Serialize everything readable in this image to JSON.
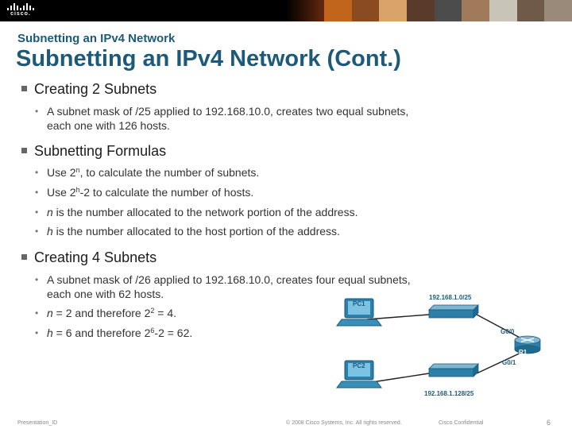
{
  "header": {
    "logo_text": "cisco.",
    "colors": {
      "banner": "#000000",
      "title": "#1d5a7a"
    }
  },
  "slide": {
    "supertitle": "Subnetting an IPv4 Network",
    "title": "Subnetting an IPv4 Network (Cont.)"
  },
  "sections": [
    {
      "heading": "Creating 2 Subnets",
      "items": [
        {
          "text": "A subnet mask of /25 applied to 192.168.10.0, creates two equal subnets, each one with 126 hosts."
        }
      ]
    },
    {
      "heading": "Subnetting Formulas",
      "items": [
        {
          "pre": "Use 2",
          "sup": "n",
          "post": ", to calculate the number of subnets."
        },
        {
          "pre": "Use 2",
          "sup": "h",
          "post": "-2 to calculate the number of hosts."
        },
        {
          "var": "n",
          "post": " is the number allocated to the network portion of the address."
        },
        {
          "var": "h",
          "post": " is the number allocated to the host portion of the address."
        }
      ]
    },
    {
      "heading": "Creating 4 Subnets",
      "items": [
        {
          "text": "A subnet mask of /26 applied to 192.168.10.0, creates four equal subnets, each one with 62 hosts."
        },
        {
          "var": "n",
          "mid": " = 2 and therefore 2",
          "sup": "2",
          "post": " = 4."
        },
        {
          "var": "h",
          "mid": " = 6 and therefore 2",
          "sup": "6",
          "post": "-2 = 62."
        }
      ]
    }
  ],
  "diagram": {
    "pc1": "PC1",
    "pc2": "PC2",
    "net1": "192.168.1.0/25",
    "net2": "192.168.1.128/25",
    "g00": "G0/0",
    "g01": "G0/1",
    "router": "R1",
    "icon": "network-topology"
  },
  "footer": {
    "left": "Presentation_ID",
    "center": "© 2008 Cisco Systems, Inc. All rights reserved.",
    "right": "Cisco Confidential",
    "page": "6"
  }
}
